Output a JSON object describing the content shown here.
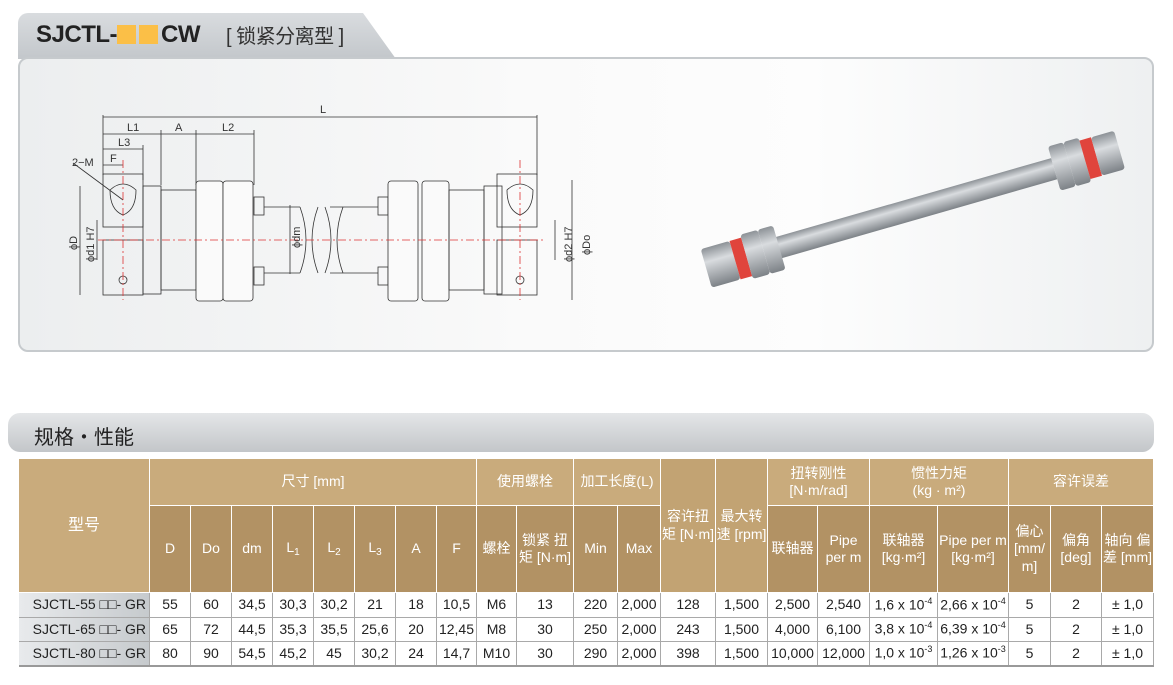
{
  "header": {
    "title_prefix": "SJCTL-",
    "title_suffix": "CW",
    "subtitle": "[ 锁紧分离型 ]"
  },
  "drawing": {
    "labels": {
      "L": "L",
      "L1": "L1",
      "A": "A",
      "L2": "L2",
      "L3": "L3",
      "F": "F",
      "M": "2−M",
      "D": "ϕD",
      "d1": "ϕd1 H7",
      "dm": "ϕdm",
      "d2": "ϕd2 H7",
      "Do": "ϕDo"
    }
  },
  "section": {
    "title": "规格・性能"
  },
  "table": {
    "model_header": "型号",
    "groups": {
      "dims": "尺寸 [mm]",
      "bolt": "使用螺栓",
      "length": "加工长度(L)",
      "torque": "容许扭矩 [N·m]",
      "speed": "最大转速 [rpm]",
      "stiff1": "扭转刚性",
      "stiff2": "[N·m/rad]",
      "inertia1": "惯性力矩",
      "inertia2": "(kg · m²)",
      "tol": "容许误差"
    },
    "sub": {
      "D": "D",
      "Do": "Do",
      "dm": "dm",
      "L": "L",
      "n1": "1",
      "n2": "2",
      "n3": "3",
      "A": "A",
      "F": "F",
      "bolt": "螺栓",
      "lock": "锁紧 扭矩 [N·m]",
      "min": "Min",
      "max": "Max",
      "coup": "联轴器",
      "pipe": "Pipe per m",
      "icoup": "联轴器 [kg·m²]",
      "ipipe": "Pipe per m [kg·m²]",
      "ecc": "偏心 [mm/ m]",
      "ang": "偏角 [deg]",
      "axial": "轴向 偏差 [mm]"
    },
    "rows": [
      {
        "model": "SJCTL-55 □□- GR",
        "cells": [
          "55",
          "60",
          "34,5",
          "30,3",
          "30,2",
          "21",
          "18",
          "10,5",
          "M6",
          "13",
          "220",
          "2,000",
          "128",
          "1,500",
          "2,500",
          "2,540"
        ],
        "ic": [
          "1,6 x 10",
          "-4"
        ],
        "ip": [
          "2,66 x 10",
          "-4"
        ],
        "tail": [
          "5",
          "2",
          "± 1,0"
        ]
      },
      {
        "model": "SJCTL-65 □□- GR",
        "cells": [
          "65",
          "72",
          "44,5",
          "35,3",
          "35,5",
          "25,6",
          "20",
          "12,45",
          "M8",
          "30",
          "250",
          "2,000",
          "243",
          "1,500",
          "4,000",
          "6,100"
        ],
        "ic": [
          "3,8 x 10",
          "-4"
        ],
        "ip": [
          "6,39 x 10",
          "-4"
        ],
        "tail": [
          "5",
          "2",
          "± 1,0"
        ]
      },
      {
        "model": "SJCTL-80 □□- GR",
        "cells": [
          "80",
          "90",
          "54,5",
          "45,2",
          "45",
          "30,2",
          "24",
          "14,7",
          "M10",
          "30",
          "290",
          "2,000",
          "398",
          "1,500",
          "10,000",
          "12,000"
        ],
        "ic": [
          "1,0 x 10",
          "-3"
        ],
        "ip": [
          "1,26 x 10",
          "-3"
        ],
        "tail": [
          "5",
          "2",
          "± 1,0"
        ]
      }
    ]
  },
  "colors": {
    "accent_square": "#fbbf47",
    "header_light": "#c9ab7c",
    "header_dark": "#b29264",
    "spider_red": "#e0443c"
  }
}
